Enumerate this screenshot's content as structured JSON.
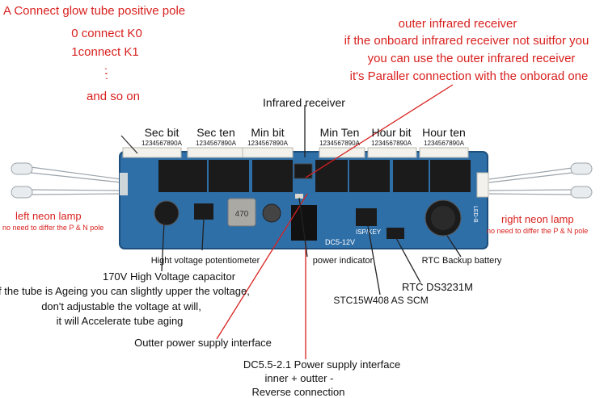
{
  "top_left": {
    "title": "A Connect glow tube positive pole",
    "line_k0": "0 connect K0",
    "line_k1": "1connect K1",
    "ellipsis": ":",
    "and_so_on": "and so on"
  },
  "top_right": {
    "line1": "outer infrared receiver",
    "line2": "if the onboard infrared receiver not suitfor you",
    "line3": "you can use the outer infrared receiver",
    "line4": "it's Paraller connection with the onborad one"
  },
  "infrared_receiver": "Infrared receiver",
  "bits": [
    {
      "label": "Sec bit",
      "digits": "1234567890A"
    },
    {
      "label": "Sec ten",
      "digits": "1234567890A"
    },
    {
      "label": "Min bit",
      "digits": "1234567890A"
    },
    {
      "label": "Min Ten",
      "digits": "1234567890A"
    },
    {
      "label": "Hour bit",
      "digits": "1234567890A"
    },
    {
      "label": "Hour ten",
      "digits": "1234567890A"
    }
  ],
  "left_lamp": {
    "title": "left neon lamp",
    "note": "no need to differ the P & N pole"
  },
  "right_lamp": {
    "title": "right neon lamp",
    "note": "no need to differ the P & N pole"
  },
  "pcb": {
    "inductor": "470",
    "dc_label": "DC5-12V",
    "isp_label": "ISP/KEY",
    "led_label": "LED-B"
  },
  "hv_pot": "Hight voltage potentiometer",
  "power_indicator": "power indicator",
  "rtc_battery": "RTC Backup battery",
  "rtc_chip": "RTC DS3231M",
  "scm": "STC15W408 AS SCM",
  "hv_cap": {
    "line1": "170V High Voltage capacitor",
    "line2": "if the tube is Ageing you can slightly upper the voltage,",
    "line3": "don't adjustable the voltage at will,",
    "line4": "it will Accelerate tube aging"
  },
  "outter_power": "Outter power supply interface",
  "dc_interface": {
    "line1": "DC5.5-2.1 Power supply interface",
    "line2": "inner + outter -",
    "line3": "Reverse connection"
  },
  "colors": {
    "annotation_red": "#d8211f",
    "pcb_blue": "#2f6fa8",
    "chip_black": "#1b1b1b"
  }
}
